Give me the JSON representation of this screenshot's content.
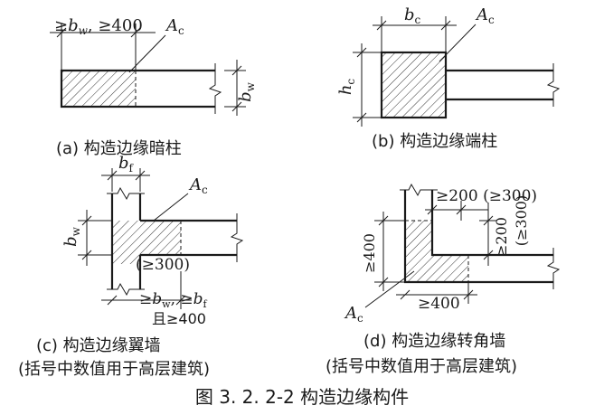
{
  "figure_title": "图 3. 2. 2-2  构造边缘构件",
  "panels": {
    "a": {
      "caption": "(a)  构造边缘暗柱",
      "dim_top_1": "≥",
      "dim_top_bw": "b",
      "dim_top_bw_sub": "w",
      "dim_top_rest": ", ≥400",
      "label_ac": "A",
      "label_ac_sub": "c",
      "dim_side": "b",
      "dim_side_sub": "w"
    },
    "b": {
      "caption": "(b)  构造边缘端柱",
      "dim_top": "b",
      "dim_top_sub": "c",
      "label_ac": "A",
      "label_ac_sub": "c",
      "dim_side": "h",
      "dim_side_sub": "c"
    },
    "c": {
      "caption": "(c)  构造边缘翼墙",
      "note": "(括号中数值用于高层建筑)",
      "dim_top": "b",
      "dim_top_sub": "f",
      "label_ac": "A",
      "label_ac_sub": "c",
      "dim_side": "b",
      "dim_side_sub": "w",
      "dim_paren": "(≥300)",
      "dim_bottom_1": "≥",
      "dim_bottom_bw": "b",
      "dim_bottom_bw_sub": "w",
      "dim_bottom_mid": ", ≥",
      "dim_bottom_bf": "b",
      "dim_bottom_bf_sub": "f",
      "dim_bottom_2": "且≥400"
    },
    "d": {
      "caption": "(d)  构造边缘转角墙",
      "note": "(括号中数值用于高层建筑)",
      "dim_top": "≥200 (≥300)",
      "dim_right_1": "≥200",
      "dim_right_2": "(≥300)",
      "dim_left": "≥400",
      "dim_bottom": "≥400",
      "label_ac": "A",
      "label_ac_sub": "c"
    }
  }
}
